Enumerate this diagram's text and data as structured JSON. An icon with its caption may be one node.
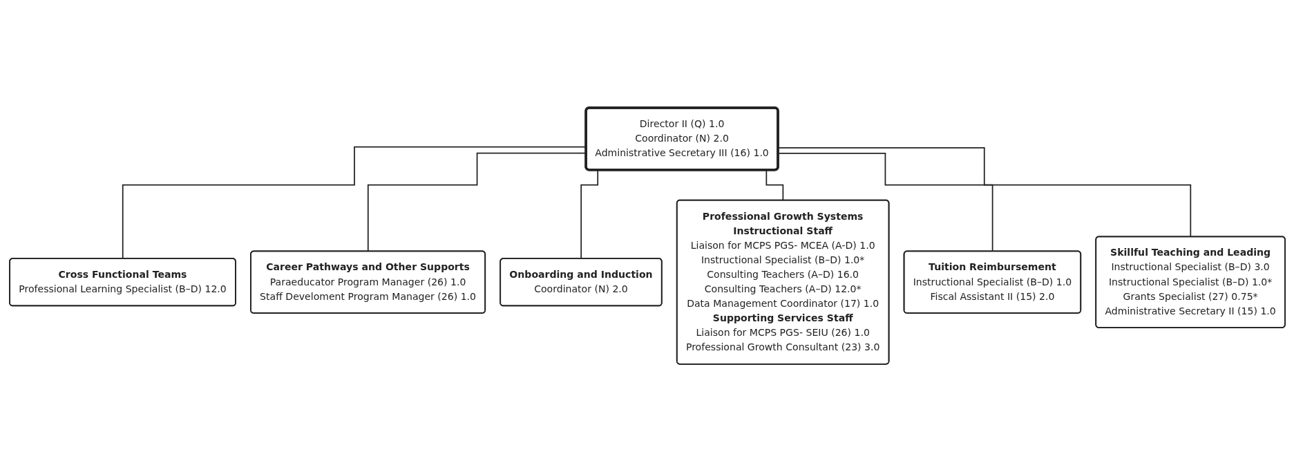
{
  "diagram": {
    "nodes": [
      {
        "text": [
          "Director II (Q) 1.0",
          "Coordinator (N) 2.0",
          "Administrative Secretary III (16) 1.0"
        ]
      },
      {
        "text": [
          "Cross Functional Teams",
          "Professional Learning Specialist (B–D) 12.0"
        ]
      },
      {
        "text": [
          "Career Pathways and Other Supports",
          "Paraeducator Program Manager (26) 1.0",
          "Staff Develoment Program Manager (26) 1.0"
        ]
      },
      {
        "text": [
          "Onboarding and Induction",
          "Coordinator (N) 2.0"
        ]
      },
      {
        "text": [
          "Professional Growth Systems",
          "Instructional Staff",
          "Liaison for MCPS PGS- MCEA (A-D) 1.0",
          "Instructional Specialist (B–D) 1.0*",
          "Consulting Teachers (A–D) 16.0",
          "Consulting Teachers (A–D) 12.0*",
          "Data Management Coordinator (17) 1.0",
          "Supporting Services Staff",
          "Liaison for MCPS PGS- SEIU (26) 1.0",
          "Professional Growth Consultant (23) 3.0"
        ]
      },
      {
        "text": [
          "Tuition Reimbursement",
          "Instructional Specialist (B–D) 1.0",
          "Fiscal Assistant II (15) 2.0"
        ]
      },
      {
        "text": [
          "Skillful Teaching and Leading",
          "Instructional Specialist (B–D) 3.0",
          "Instructional Specialist (B–D) 1.0*",
          "Grants Specialist (27) 0.75*",
          "Administrative Secretary II (15) 1.0"
        ]
      }
    ],
    "edges": [
      {
        "from": 0,
        "to": 1,
        "arrow": "none"
      },
      {
        "from": 0,
        "to": 2,
        "arrow": "none"
      },
      {
        "from": 0,
        "to": 3,
        "arrow": "none"
      },
      {
        "from": 0,
        "to": 4,
        "arrow": "none"
      },
      {
        "from": 0,
        "to": 5,
        "arrow": "none"
      },
      {
        "from": 0,
        "to": 6,
        "arrow": "none"
      }
    ]
  }
}
